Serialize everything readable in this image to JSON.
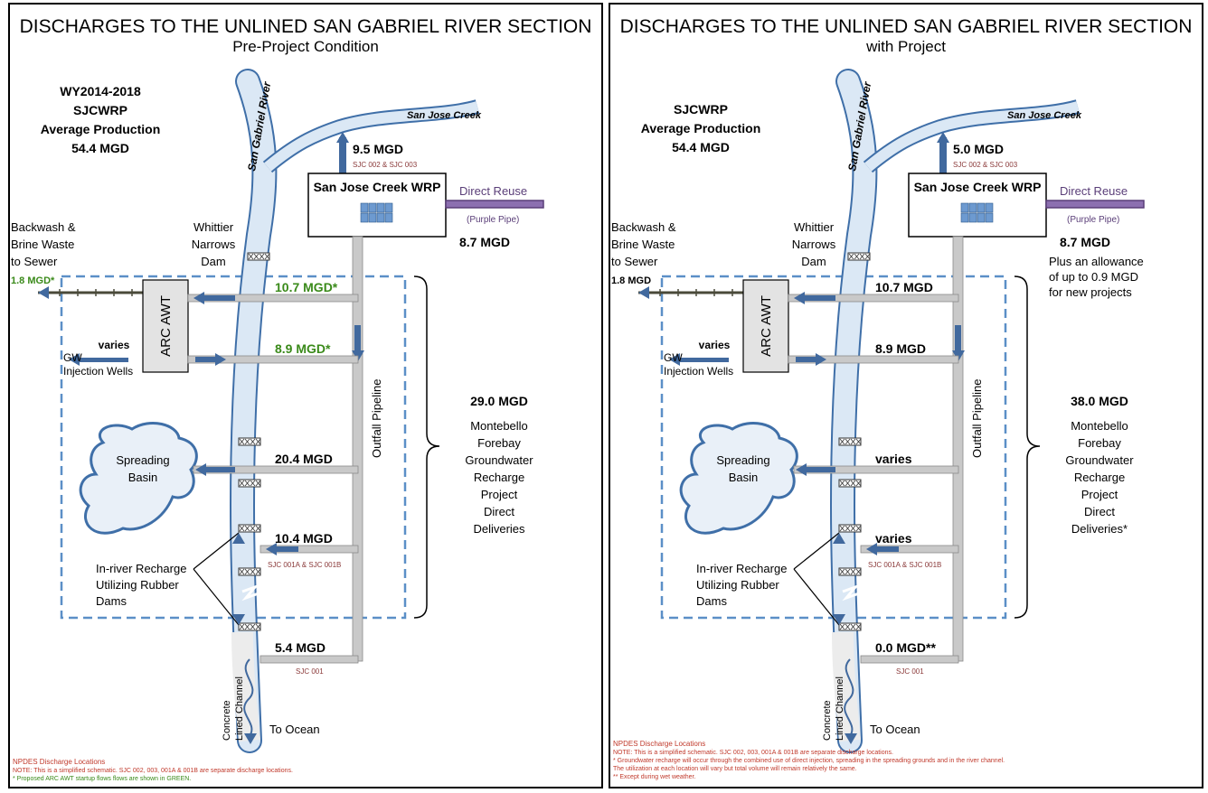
{
  "left": {
    "title": "DISCHARGES TO THE UNLINED SAN GABRIEL RIVER SECTION",
    "subtitle": "Pre-Project Condition",
    "production": [
      "WY2014-2018",
      "SJCWRP",
      "Average Production",
      "54.4 MGD"
    ],
    "creek_label": "San Jose Creek",
    "river_label": "San Gabriel River",
    "flow_top": "9.5 MGD",
    "flow_top_codes": "SJC 002 & SJC 003",
    "plant": "San Jose Creek WRP",
    "direct_reuse": "Direct Reuse",
    "purple_pipe": "(Purple Pipe)",
    "reuse_flow": "8.7 MGD",
    "reuse_extra": [],
    "backwash": [
      "Backwash &",
      "Brine Waste",
      "to Sewer"
    ],
    "dam": [
      "Whittier",
      "Narrows",
      "Dam"
    ],
    "sewer_flow": "1.8 MGD*",
    "awt_flow": "10.7 MGD*",
    "awt": "ARC AWT",
    "varies": "varies",
    "gw": [
      "GW",
      "Injection Wells"
    ],
    "gw_flow": "8.9 MGD*",
    "pipeline": "Outfall  Pipeline",
    "total": "29.0 MGD",
    "recharge": [
      "Montebello",
      "Forebay",
      "Groundwater",
      "Recharge",
      "Project",
      "Direct",
      "Deliveries"
    ],
    "basin": [
      "Spreading",
      "Basin"
    ],
    "basin_flow": "20.4 MGD",
    "river_flow": "10.4 MGD",
    "river_codes": "SJC 001A & SJC 001B",
    "inriver": [
      "In-river Recharge",
      "Utilizing Rubber",
      "Dams"
    ],
    "ocean_flow": "5.4 MGD",
    "ocean_code": "SJC 001",
    "channel": [
      "Concrete",
      "Lined Channel"
    ],
    "to_ocean": "To Ocean",
    "notes": [
      "NPDES Discharge Locations",
      "NOTE:  This is a simplified schematic.  SJC 002, 003, 001A & 001B are separate discharge locations.",
      "* Proposed ARC AWT startup flows flows are shown in GREEN."
    ],
    "colors": {
      "highlight": "#3a8a1a",
      "normal": "#000000"
    }
  },
  "right": {
    "title": "DISCHARGES TO THE UNLINED SAN GABRIEL RIVER SECTION",
    "subtitle": "with Project",
    "production": [
      "SJCWRP",
      "Average Production",
      "54.4 MGD"
    ],
    "creek_label": "San Jose Creek",
    "river_label": "San Gabriel River",
    "flow_top": "5.0 MGD",
    "flow_top_codes": "SJC 002 & SJC 003",
    "plant": "San Jose Creek WRP",
    "direct_reuse": "Direct Reuse",
    "purple_pipe": "(Purple Pipe)",
    "reuse_flow": "8.7 MGD",
    "reuse_extra": [
      "Plus an allowance",
      "of up to 0.9 MGD",
      "for new projects"
    ],
    "backwash": [
      "Backwash &",
      "Brine Waste",
      "to Sewer"
    ],
    "dam": [
      "Whittier",
      "Narrows",
      "Dam"
    ],
    "sewer_flow": "1.8 MGD",
    "awt_flow": "10.7 MGD",
    "awt": "ARC AWT",
    "varies": "varies",
    "gw": [
      "GW",
      "Injection Wells"
    ],
    "gw_flow": "8.9 MGD",
    "pipeline": "Outfall  Pipeline",
    "total": "38.0 MGD",
    "recharge": [
      "Montebello",
      "Forebay",
      "Groundwater",
      "Recharge",
      "Project",
      "Direct",
      "Deliveries*"
    ],
    "basin": [
      "Spreading",
      "Basin"
    ],
    "basin_flow": "varies",
    "river_flow": "varies",
    "river_codes": "SJC 001A & SJC 001B",
    "inriver": [
      "In-river Recharge",
      "Utilizing Rubber",
      "Dams"
    ],
    "ocean_flow": "0.0 MGD**",
    "ocean_code": "SJC 001",
    "channel": [
      "Concrete",
      "Lined Channel"
    ],
    "to_ocean": "To Ocean",
    "notes": [
      "NPDES Discharge Locations",
      "NOTE:  This is a simplified schematic. SJC 002, 003, 001A & 001B are separate discharge locations.",
      "* Groundwater recharge will occur through the combined use of direct injection, spreading in the spreading grounds and in the river channel.",
      "The utilization at each location will vary but total volume will remain relatively the same.",
      "** Except during wet weather."
    ],
    "colors": {
      "highlight": "#000000",
      "normal": "#000000"
    }
  },
  "colors": {
    "river_fill": "#dbe8f5",
    "river_edge": "#3f6fa8",
    "pipe": "#c9c9c9",
    "pipe_edge": "#8a8a8a",
    "arrow": "#41699e",
    "dash": "#5b8fc7",
    "purple": "#5a3e78",
    "note_red": "#c0392b",
    "code_red": "#8b3a3a",
    "green": "#3a8a1a",
    "plant_window": "#6d9ad0"
  }
}
